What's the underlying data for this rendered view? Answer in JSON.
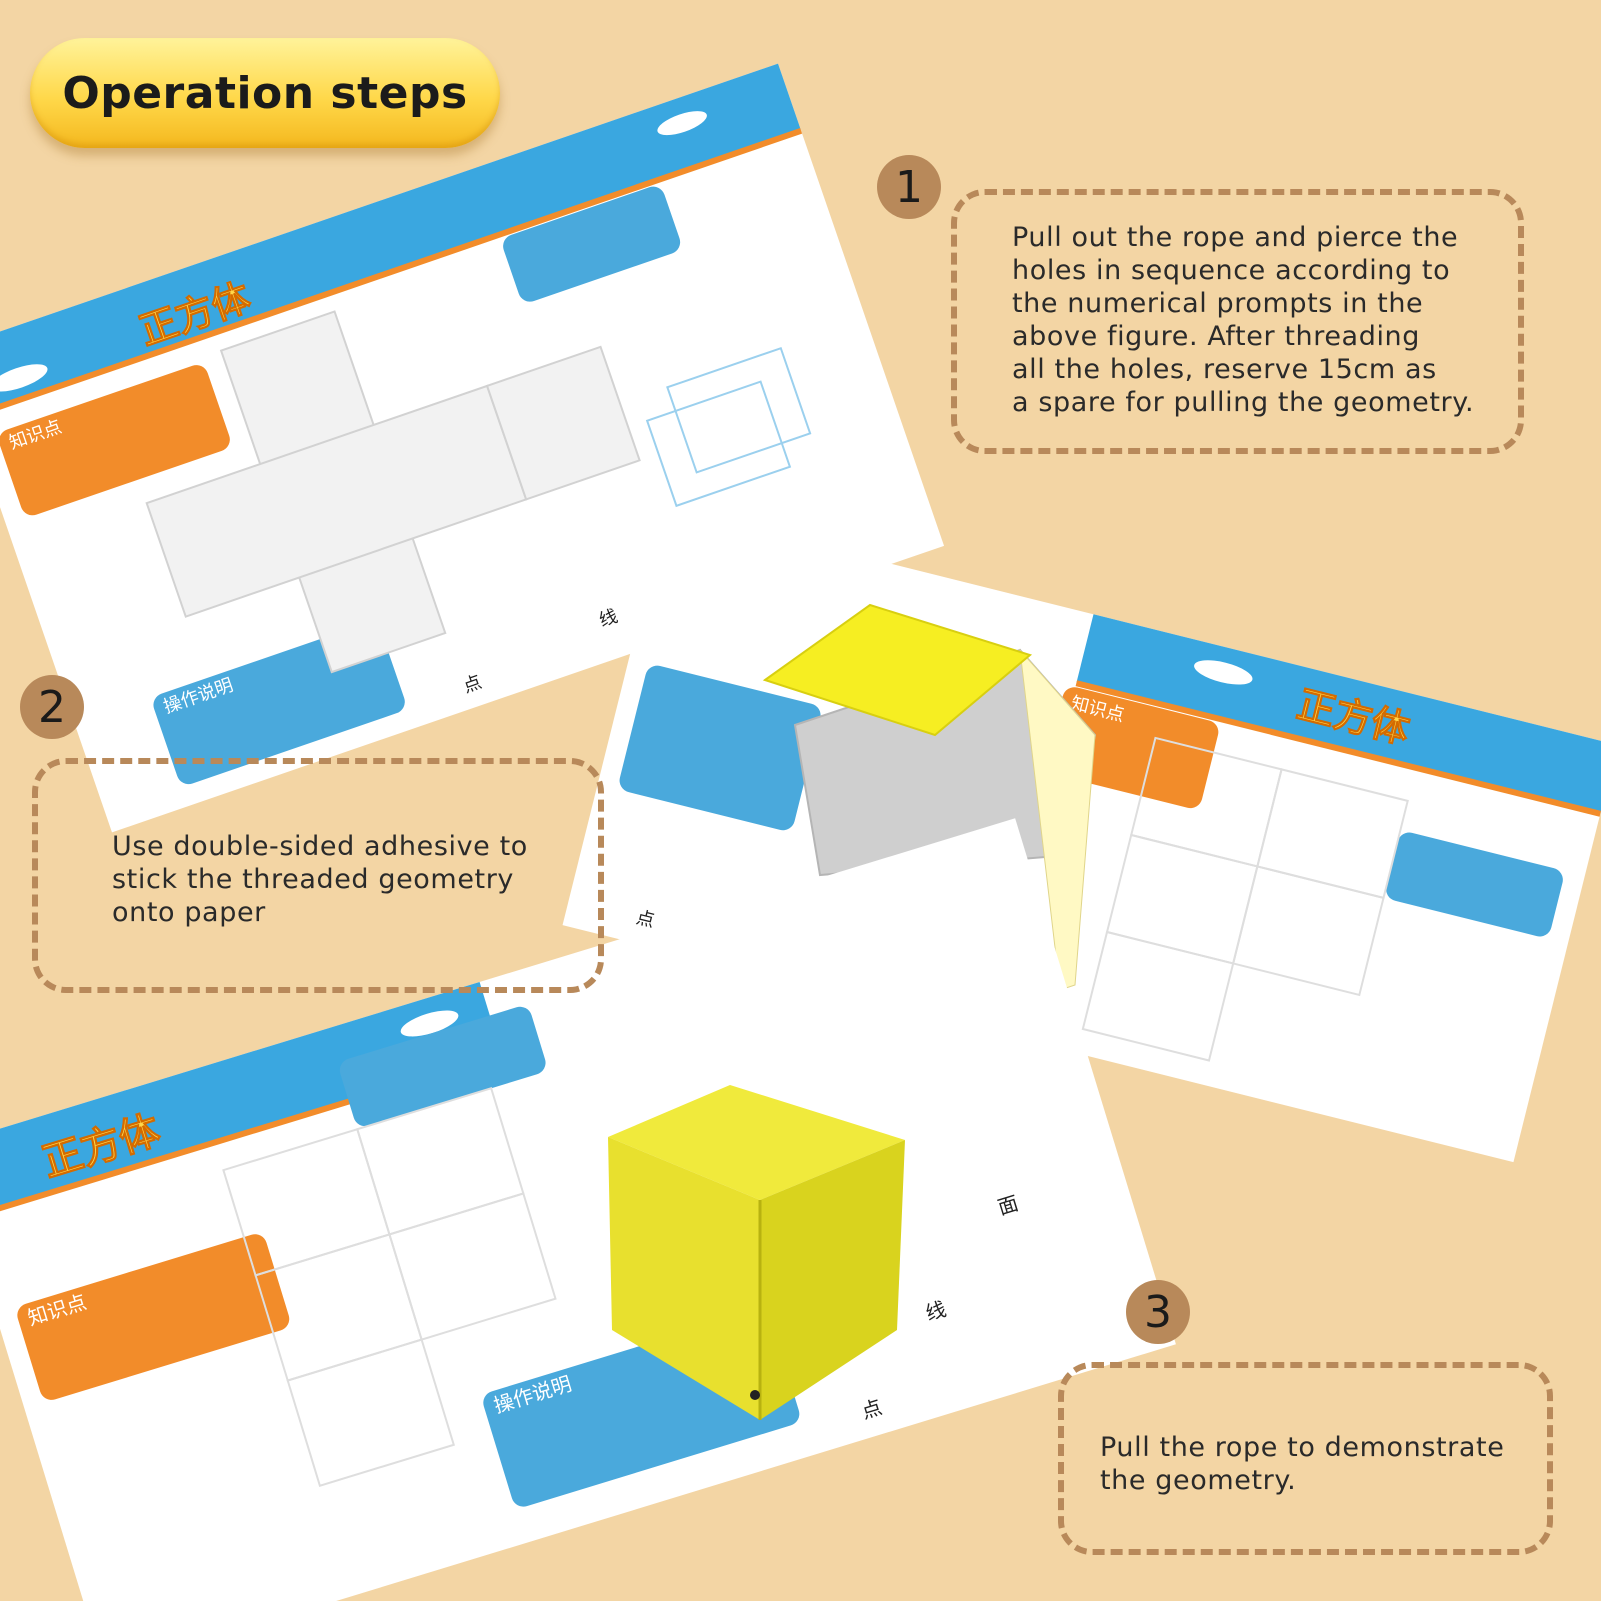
{
  "header": {
    "title": "Operation steps"
  },
  "steps": [
    {
      "number": "1",
      "text": "Pull out the rope and pierce the\nholes in sequence according to\nthe numerical prompts in the\nabove figure. After threading\nall the holes, reserve 15cm as\na spare for pulling the geometry."
    },
    {
      "number": "2",
      "text": "Use double-sided adhesive to\nstick the threaded geometry\nonto paper"
    },
    {
      "number": "3",
      "text": "Pull the rope to demonstrate\nthe geometry."
    }
  ],
  "colors": {
    "background": "#f3d5a4",
    "accent": "#b8895a",
    "pill": "#ffd84a",
    "poster_header": "#3aa7e0",
    "poster_orange": "#f28c2a",
    "poster_blue": "#4aa9dc",
    "cube_yellow": "#e9e23a"
  },
  "posters": {
    "p1": {
      "title": "正方体",
      "label_knowledge": "知识点",
      "label_operation": "操作说明",
      "dot": "点",
      "line": "线",
      "face": "面"
    },
    "p2": {
      "title": "正方体",
      "label_knowledge": "知识点",
      "dot": "点",
      "line": "线",
      "face": "面"
    },
    "p3": {
      "title": "正方体",
      "label_knowledge": "知识点",
      "label_operation": "操作说明",
      "dot": "点",
      "line": "线",
      "face": "面"
    }
  }
}
